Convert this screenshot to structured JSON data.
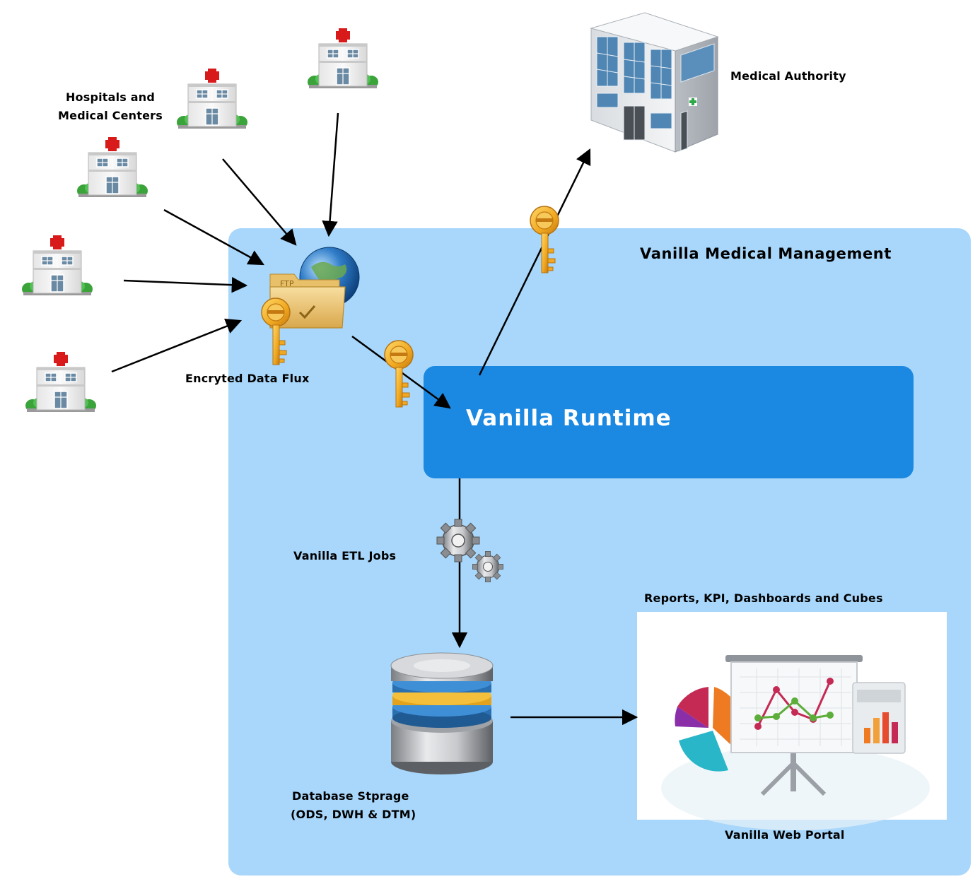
{
  "labels": {
    "hospitals": "Hospitals and\nMedical Centers",
    "medical_authority": "Medical Authority",
    "management": "Vanilla Medical Management",
    "encrypted_flux": "Encryted Data Flux",
    "runtime": "Vanilla Runtime",
    "etl_jobs": "Vanilla ETL Jobs",
    "reports": "Reports, KPI, Dashboards and Cubes",
    "database_line1": "Database Stprage",
    "database_line2": "(ODS, DWH & DTM)",
    "web_portal": "Vanilla Web Portal",
    "ftp": "FTP"
  },
  "colors": {
    "container_bg": "#a8d7fb",
    "runtime_bg": "#1b88e1",
    "key": "#f0a820",
    "hospital_cross": "#d91a1a",
    "shrub": "#3aa33a"
  },
  "icons": {
    "hospital": "hospital-icon",
    "authority": "office-building-icon",
    "ftp": "ftp-folder-globe-icon",
    "key": "key-icon",
    "gears": "gears-icon",
    "database": "database-icon",
    "presentation": "presentation-chart-icon"
  }
}
